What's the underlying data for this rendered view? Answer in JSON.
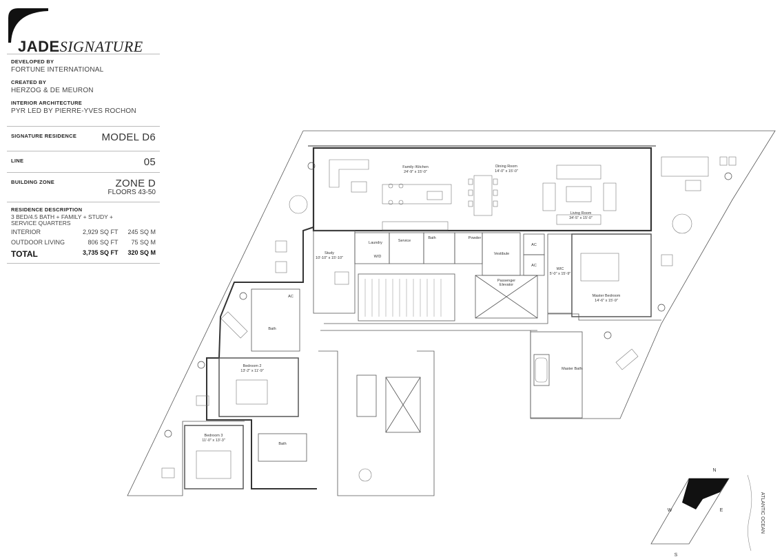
{
  "brand": {
    "name_bold": "JADE",
    "name_italic": "SIGNATURE"
  },
  "credits": [
    {
      "label": "DEVELOPED BY",
      "value": "FORTUNE INTERNATIONAL"
    },
    {
      "label": "CREATED BY",
      "value": "HERZOG & DE MEURON"
    },
    {
      "label": "INTERIOR ARCHITECTURE",
      "value": "PYR LED BY PIERRE-YVES ROCHON"
    }
  ],
  "specs": {
    "residence": {
      "label": "SIGNATURE RESIDENCE",
      "value": "MODEL D6"
    },
    "line": {
      "label": "LINE",
      "value": "05"
    },
    "zone": {
      "label": "BUILDING ZONE",
      "value": "ZONE D",
      "sub": "FLOORS 43-50"
    }
  },
  "description": {
    "label": "RESIDENCE DESCRIPTION",
    "text": "3 BED/4.5 BATH + FAMILY + STUDY + SERVICE QUARTERS",
    "rows": [
      {
        "name": "INTERIOR",
        "sqft": "2,929 SQ FT",
        "sqm": "245 SQ M"
      },
      {
        "name": "OUTDOOR LIVING",
        "sqft": "806 SQ FT",
        "sqm": "75 SQ M"
      }
    ],
    "total": {
      "name": "TOTAL",
      "sqft": "3,735 SQ FT",
      "sqm": "320 SQ M"
    }
  },
  "rooms": {
    "family_kitchen": {
      "name": "Family /Kitchen",
      "dims": "24'-9\" x 15'-0\""
    },
    "dining": {
      "name": "Dining Room",
      "dims": "14'-0\" x 15'-0\""
    },
    "living": {
      "name": "Living Room",
      "dims": "34'-5\" x 15'-0\""
    },
    "study": {
      "name": "Study",
      "dims": "10'-10\" x 15'-10\""
    },
    "laundry": "Laundry",
    "service": "Service",
    "bath_service": "Bath",
    "powder": "Powder",
    "vestibule": "Vestibule",
    "ac1": "AC",
    "ac2": "AC",
    "ac3": "AC",
    "wd": "W/D",
    "passenger_elevator": {
      "l1": "Passenger",
      "l2": "Elevator"
    },
    "wic": {
      "name": "WIC",
      "dims": "5'-0\" x 15'-9\""
    },
    "master_bed": {
      "name": "Master Bedroom",
      "dims": "14'-6\" x 15'-9\""
    },
    "master_bath": "Master Bath",
    "bath2": "Bath",
    "bedroom2": {
      "name": "Bedroom 2",
      "dims": "13'-2\" x 11'-9\""
    },
    "bath3": "Bath",
    "bedroom3": {
      "name": "Bedroom 3",
      "dims": "11'-0\" x 13'-3\""
    }
  },
  "keyplan": {
    "n": "N",
    "w": "W",
    "e": "E",
    "s": "S",
    "ocean": "ATLANTIC OCEAN"
  }
}
